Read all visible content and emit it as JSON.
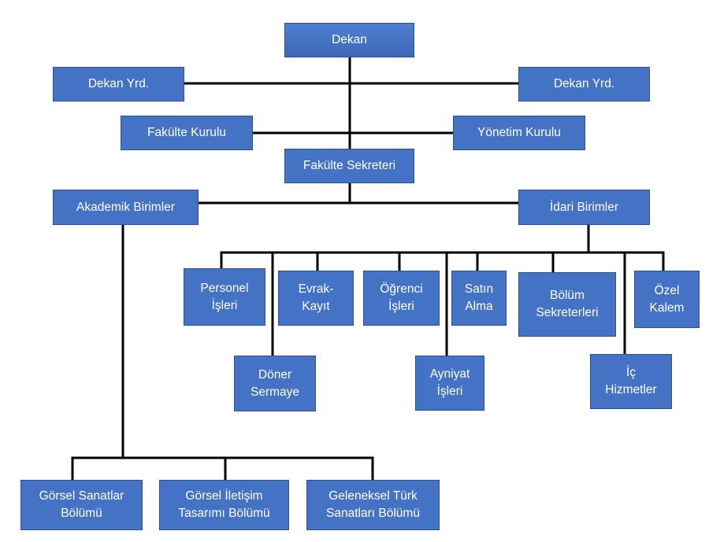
{
  "org_chart": {
    "dean": "Dekan",
    "deputy_left": "Dekan Yrd.",
    "deputy_right": "Dekan Yrd.",
    "faculty_board": "Fakülte Kurulu",
    "management_board": "Yönetim Kurulu",
    "faculty_secretary": "Fakülte Sekreteri",
    "academic_units": "Akademik Birimler",
    "administrative_units": "İdari Birimler",
    "admin_units": {
      "personnel": "Personel\nİşleri",
      "documents": "Evrak-\nKayıt",
      "students": "Öğrenci\nİşleri",
      "purchasing": "Satın\nAlma",
      "dept_secretaries": "Bölüm\nSekreterleri",
      "private_office": "Özel\nKalem",
      "revolving_fund": "Döner\nSermaye",
      "inventory": "Ayniyat\nİşleri",
      "internal_services": "İç\nHizmetler"
    },
    "departments": {
      "visual_arts": "Görsel Sanatlar\nBölümü",
      "visual_communication": "Görsel İletişim\nTasarımı Bölümü",
      "traditional_arts": "Geleneksel Türk\nSanatları Bölümü"
    }
  },
  "colors": {
    "box_fill": "#4472c4",
    "box_border": "#2f528f",
    "box_text": "#ffffff",
    "connector": "#000000"
  }
}
